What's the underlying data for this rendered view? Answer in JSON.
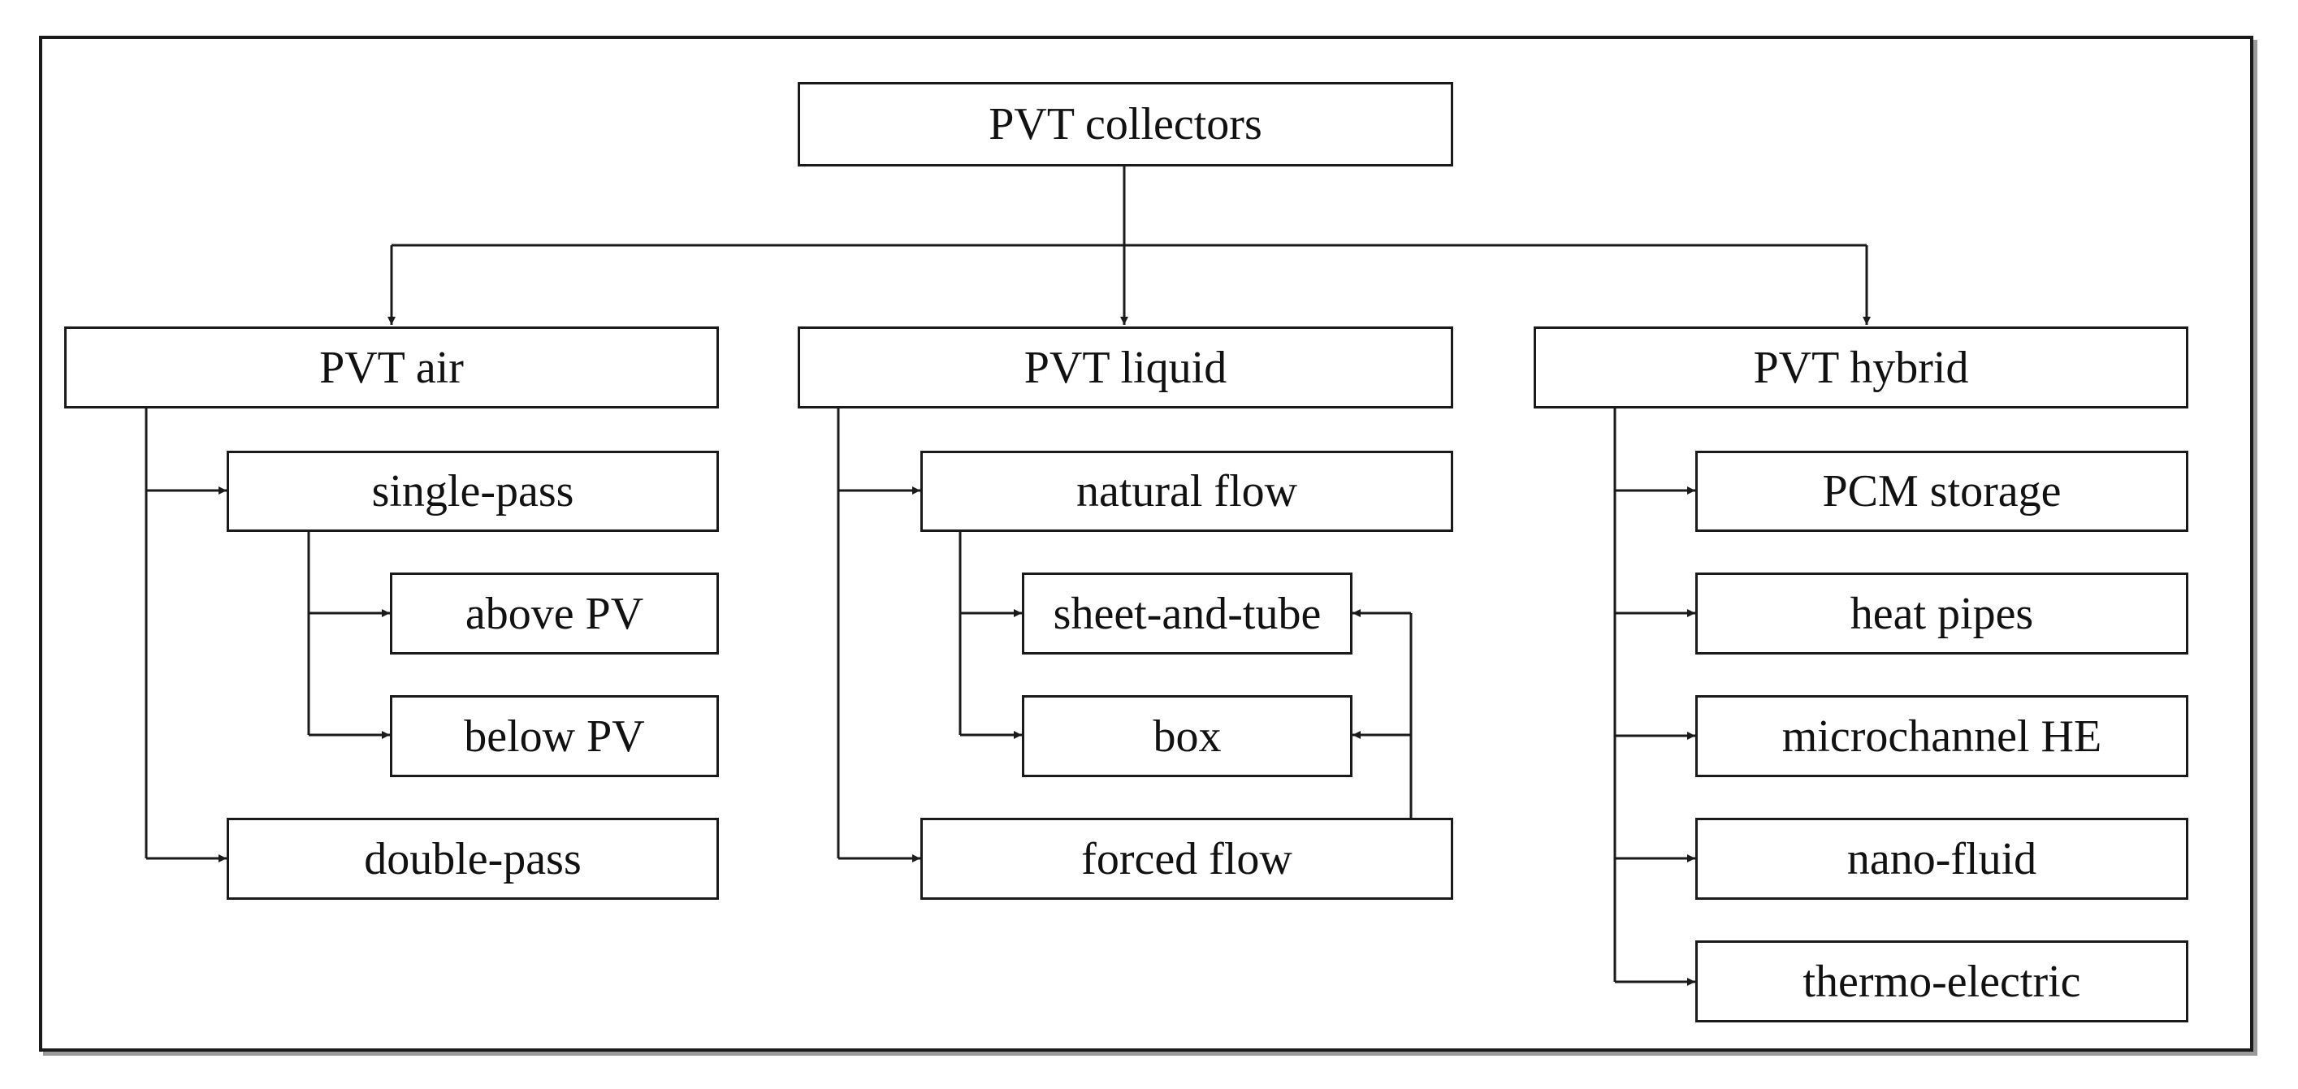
{
  "root": "PVT collectors",
  "categories": [
    {
      "label": "PVT air",
      "children": [
        "single-pass",
        "double-pass"
      ],
      "grandchildren": [
        "above PV",
        "below PV"
      ]
    },
    {
      "label": "PVT liquid",
      "children": [
        "natural flow",
        "forced flow"
      ],
      "grandchildren": [
        "sheet-and-tube",
        "box"
      ]
    },
    {
      "label": "PVT hybrid",
      "children": [
        "PCM storage",
        "heat pipes",
        "microchannel HE",
        "nano-fluid",
        "thermo-electric"
      ]
    }
  ]
}
